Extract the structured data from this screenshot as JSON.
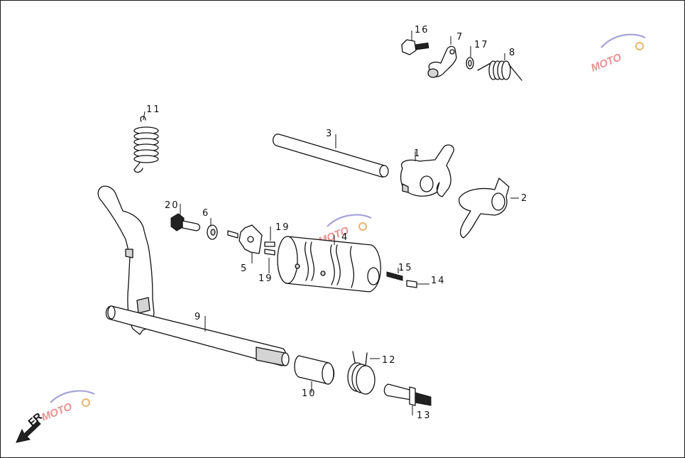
{
  "parts": [
    {
      "id": "p1",
      "label": "1"
    },
    {
      "id": "p2",
      "label": "2"
    },
    {
      "id": "p3",
      "label": "3"
    },
    {
      "id": "p4",
      "label": "4"
    },
    {
      "id": "p5",
      "label": "5"
    },
    {
      "id": "p6",
      "label": "6"
    },
    {
      "id": "p7",
      "label": "7"
    },
    {
      "id": "p8",
      "label": "8"
    },
    {
      "id": "p9",
      "label": "9"
    },
    {
      "id": "p10",
      "label": "10"
    },
    {
      "id": "p11",
      "label": "11"
    },
    {
      "id": "p12",
      "label": "12"
    },
    {
      "id": "p13",
      "label": "13"
    },
    {
      "id": "p14",
      "label": "14"
    },
    {
      "id": "p15",
      "label": "15"
    },
    {
      "id": "p16",
      "label": "16"
    },
    {
      "id": "p17",
      "label": "17"
    },
    {
      "id": "p19a",
      "label": "19"
    },
    {
      "id": "p19b",
      "label": "19"
    },
    {
      "id": "p20",
      "label": "20"
    }
  ],
  "direction": {
    "label": "FR"
  },
  "watermark": {
    "text": "MOTO",
    "icon": "moto-logo-icon"
  },
  "colors": {
    "line": "#111111",
    "shade": "#d4d4d4",
    "watermark_red": "#e07878",
    "watermark_blue": "#8a86c9",
    "watermark_orange": "#e4a24a"
  }
}
